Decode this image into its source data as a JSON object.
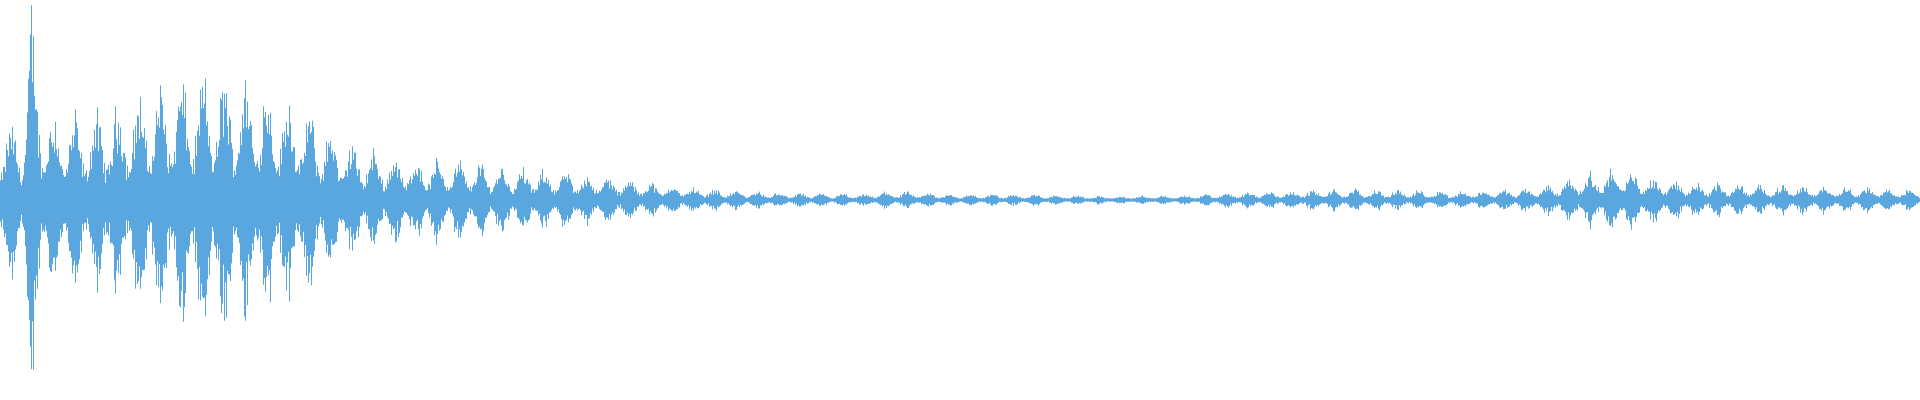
{
  "waveform": {
    "color": "#5aa7e0",
    "background": "#ffffff",
    "envelope": [
      [
        0.0,
        0.36
      ],
      [
        0.012,
        0.42
      ],
      [
        0.016,
        0.98
      ],
      [
        0.022,
        0.5
      ],
      [
        0.03,
        0.44
      ],
      [
        0.045,
        0.42
      ],
      [
        0.06,
        0.48
      ],
      [
        0.08,
        0.58
      ],
      [
        0.1,
        0.62
      ],
      [
        0.115,
        0.64
      ],
      [
        0.13,
        0.62
      ],
      [
        0.145,
        0.56
      ],
      [
        0.16,
        0.46
      ],
      [
        0.175,
        0.34
      ],
      [
        0.19,
        0.26
      ],
      [
        0.21,
        0.22
      ],
      [
        0.24,
        0.2
      ],
      [
        0.27,
        0.16
      ],
      [
        0.3,
        0.14
      ],
      [
        0.33,
        0.1
      ],
      [
        0.36,
        0.065
      ],
      [
        0.39,
        0.045
      ],
      [
        0.42,
        0.035
      ],
      [
        0.45,
        0.03
      ],
      [
        0.46,
        0.045
      ],
      [
        0.5,
        0.03
      ],
      [
        0.54,
        0.03
      ],
      [
        0.58,
        0.02
      ],
      [
        0.62,
        0.025
      ],
      [
        0.64,
        0.04
      ],
      [
        0.7,
        0.055
      ],
      [
        0.76,
        0.045
      ],
      [
        0.8,
        0.06
      ],
      [
        0.82,
        0.12
      ],
      [
        0.84,
        0.16
      ],
      [
        0.86,
        0.12
      ],
      [
        0.88,
        0.09
      ],
      [
        0.92,
        0.075
      ],
      [
        0.96,
        0.07
      ],
      [
        1.0,
        0.05
      ]
    ],
    "pulse_rate": 90
  }
}
